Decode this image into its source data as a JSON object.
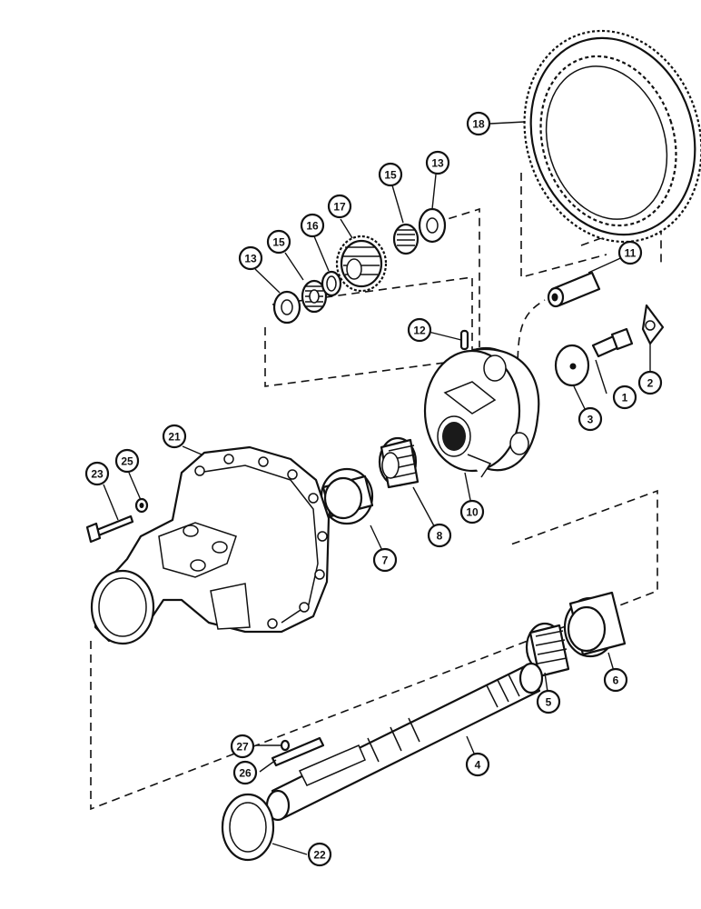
{
  "callouts": [
    {
      "id": "c1",
      "label": "1"
    },
    {
      "id": "c2",
      "label": "2"
    },
    {
      "id": "c3",
      "label": "3"
    },
    {
      "id": "c4",
      "label": "4"
    },
    {
      "id": "c5",
      "label": "5"
    },
    {
      "id": "c6",
      "label": "6"
    },
    {
      "id": "c7",
      "label": "7"
    },
    {
      "id": "c8",
      "label": "8"
    },
    {
      "id": "c10",
      "label": "10"
    },
    {
      "id": "c11",
      "label": "11"
    },
    {
      "id": "c12",
      "label": "12"
    },
    {
      "id": "c13a",
      "label": "13"
    },
    {
      "id": "c13b",
      "label": "13"
    },
    {
      "id": "c15a",
      "label": "15"
    },
    {
      "id": "c15b",
      "label": "15"
    },
    {
      "id": "c16",
      "label": "16"
    },
    {
      "id": "c17",
      "label": "17"
    },
    {
      "id": "c18",
      "label": "18"
    },
    {
      "id": "c21",
      "label": "21"
    },
    {
      "id": "c22",
      "label": "22"
    },
    {
      "id": "c23",
      "label": "23"
    },
    {
      "id": "c25",
      "label": "25"
    },
    {
      "id": "c26",
      "label": "26"
    },
    {
      "id": "c27",
      "label": "27"
    }
  ]
}
